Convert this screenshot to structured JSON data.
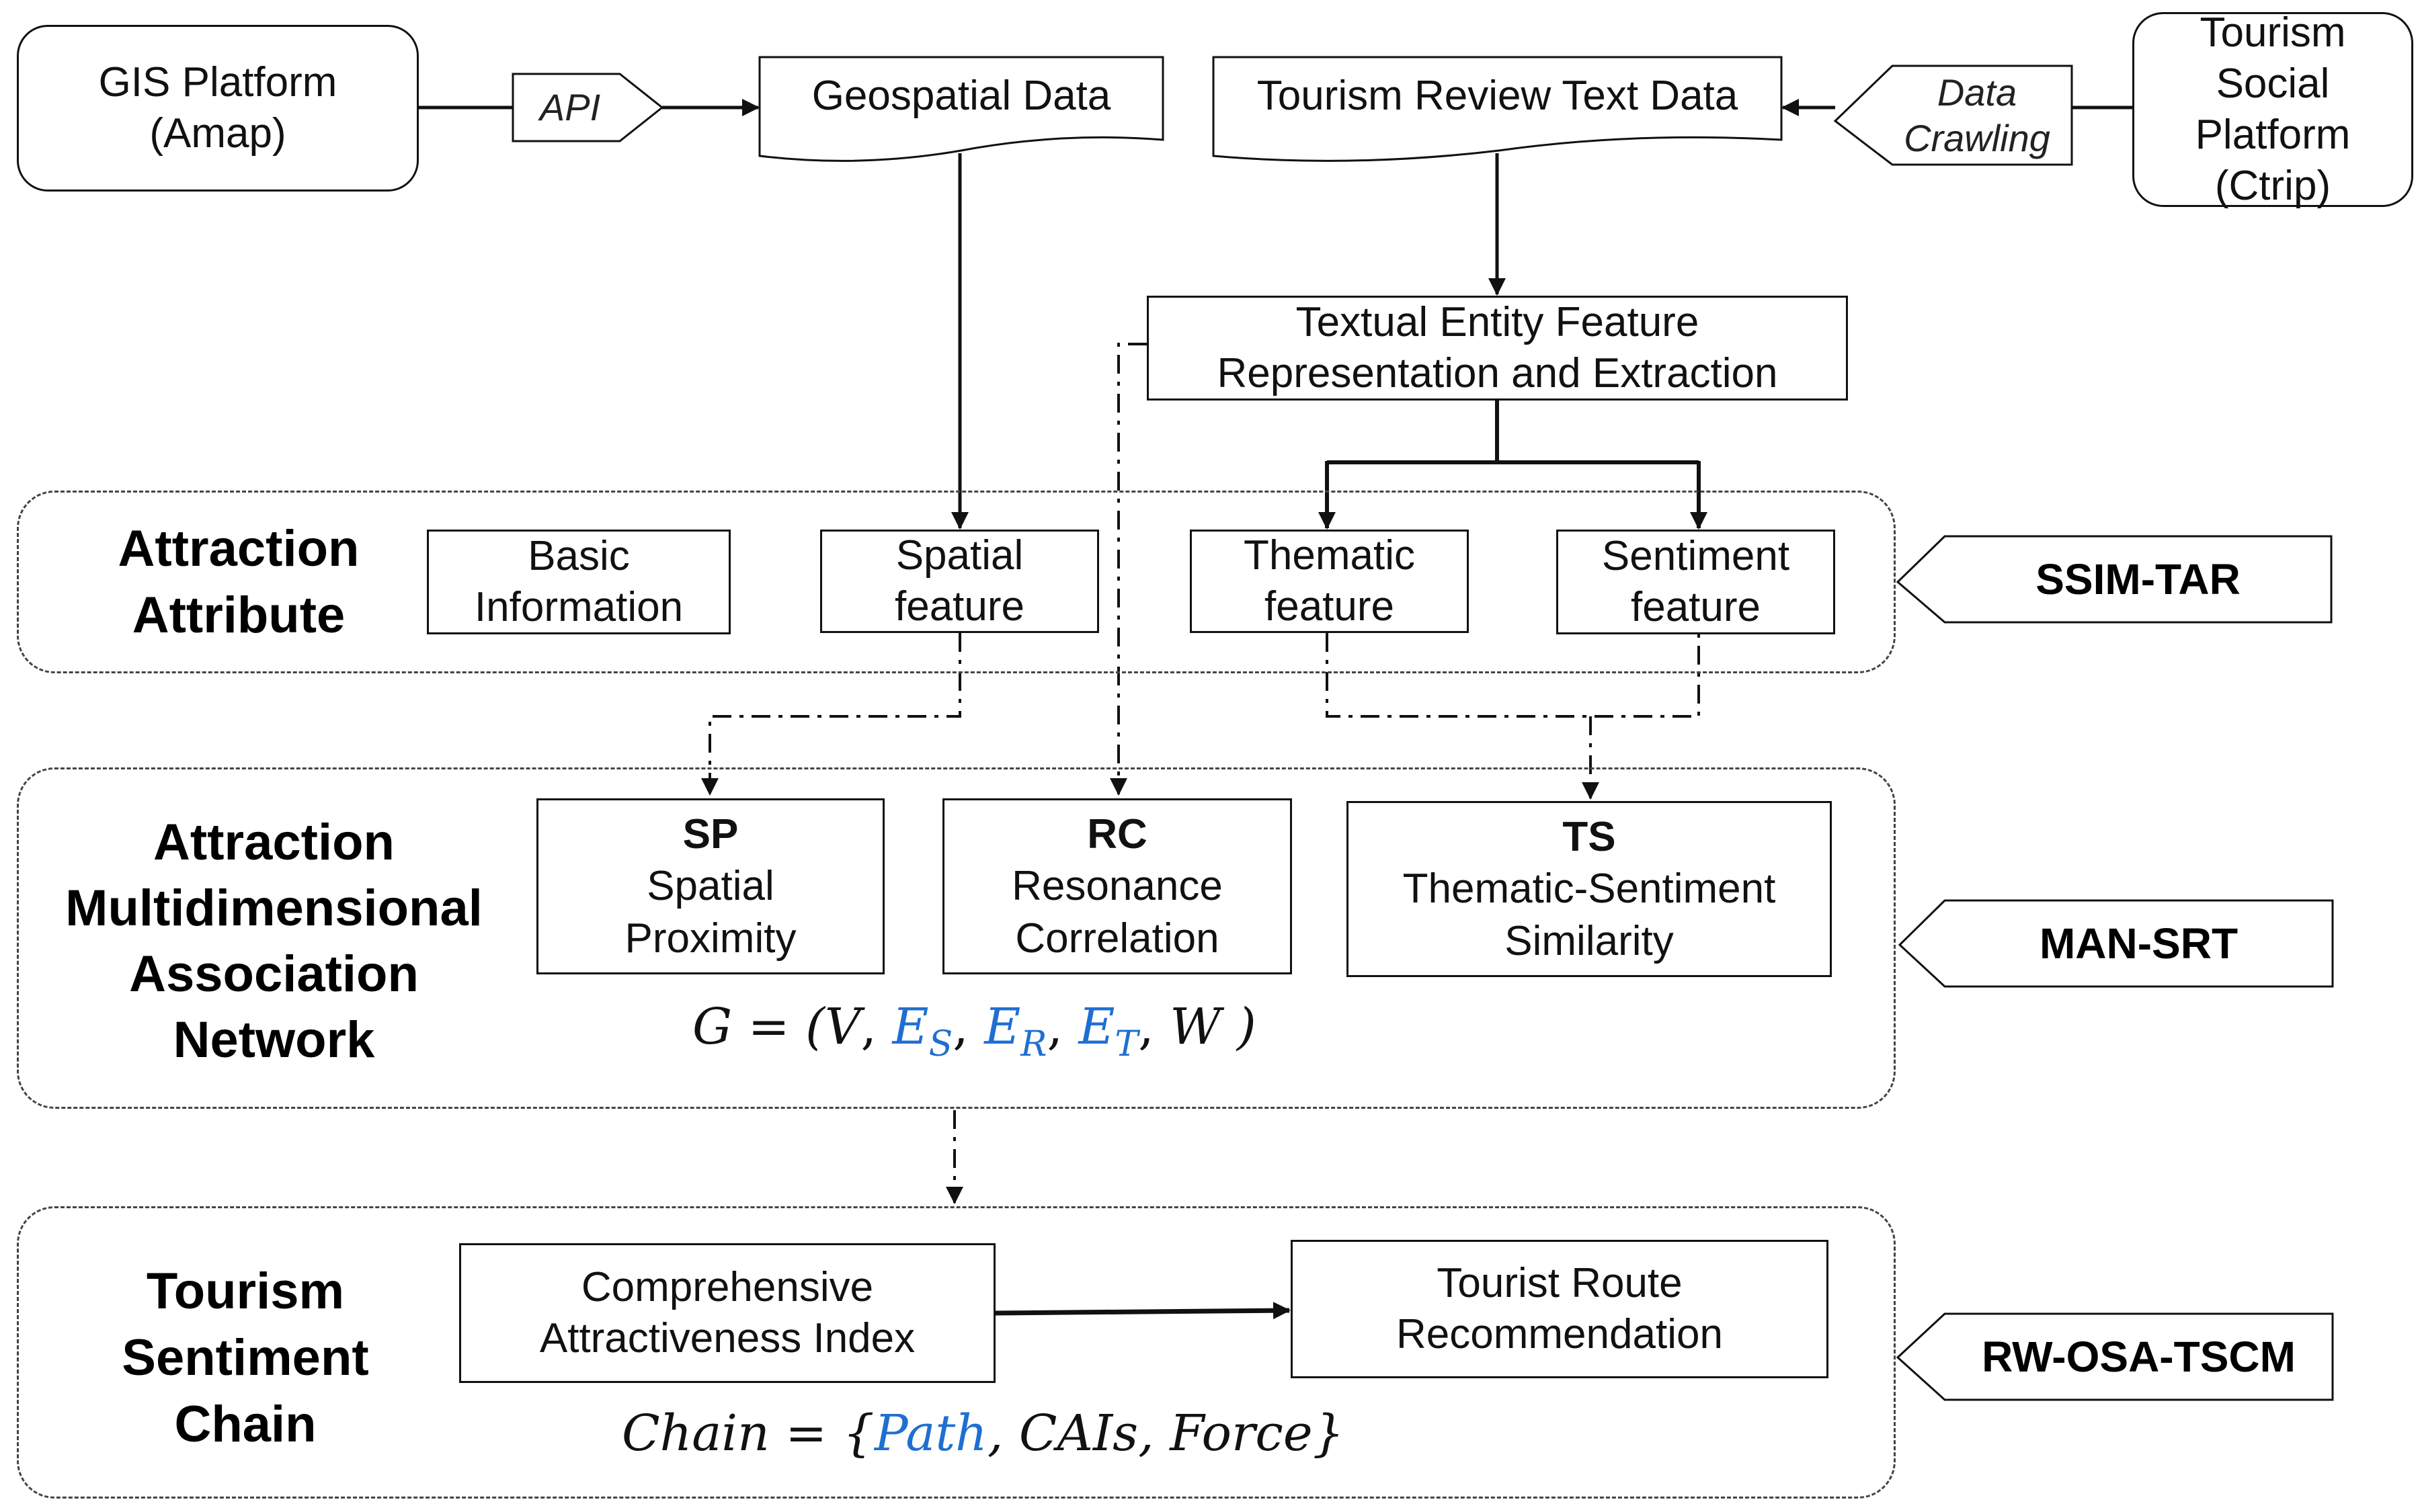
{
  "colors": {
    "line": "#111111",
    "accent_blue": "#1f6fd1",
    "dashed_border": "#444444"
  },
  "sources": {
    "gis_platform": [
      "GIS Platform",
      "(Amap)"
    ],
    "api_label": "API",
    "geospatial_data": "Geospatial Data",
    "tourism_review_text": "Tourism Review Text Data",
    "data_crawling": [
      "Data",
      "Crawling"
    ],
    "social_platform": [
      "Tourism",
      "Social",
      "Platform",
      "(Ctrip)"
    ],
    "textual_extraction": [
      "Textual Entity Feature",
      "Representation and Extraction"
    ]
  },
  "layer1": {
    "title": [
      "Attraction",
      "Attribute"
    ],
    "boxes": {
      "basic": [
        "Basic",
        "Information"
      ],
      "spatial": [
        "Spatial",
        "feature"
      ],
      "thematic": [
        "Thematic",
        "feature"
      ],
      "sentiment": [
        "Sentiment",
        "feature"
      ]
    },
    "tag": "SSIM-TAR"
  },
  "layer2": {
    "title": [
      "Attraction",
      "Multidimensional",
      "Association",
      "Network"
    ],
    "boxes": {
      "sp": {
        "abbr": "SP",
        "lines": [
          "Spatial",
          "Proximity"
        ]
      },
      "rc": {
        "abbr": "RC",
        "lines": [
          "Resonance",
          "Correlation"
        ]
      },
      "ts": {
        "abbr": "TS",
        "lines": [
          "Thematic-Sentiment",
          "Similarity"
        ]
      }
    },
    "formula": {
      "lhs": "G = (",
      "v": "V",
      "es": "E",
      "es_sub": "S",
      "er": "E",
      "er_sub": "R",
      "et": "E",
      "et_sub": "T",
      "w": "W",
      "close": " )"
    },
    "tag": "MAN-SRT"
  },
  "layer3": {
    "title": [
      "Tourism",
      "Sentiment",
      "Chain"
    ],
    "boxes": {
      "cai": [
        "Comprehensive",
        "Attractiveness Index"
      ],
      "route": [
        "Tourist Route",
        "Recommendation"
      ]
    },
    "formula": {
      "lhs": "Chain = {",
      "path": "Path",
      "rest": ", CAIs, Force",
      "close": "}"
    },
    "tag": "RW-OSA-TSCM"
  }
}
